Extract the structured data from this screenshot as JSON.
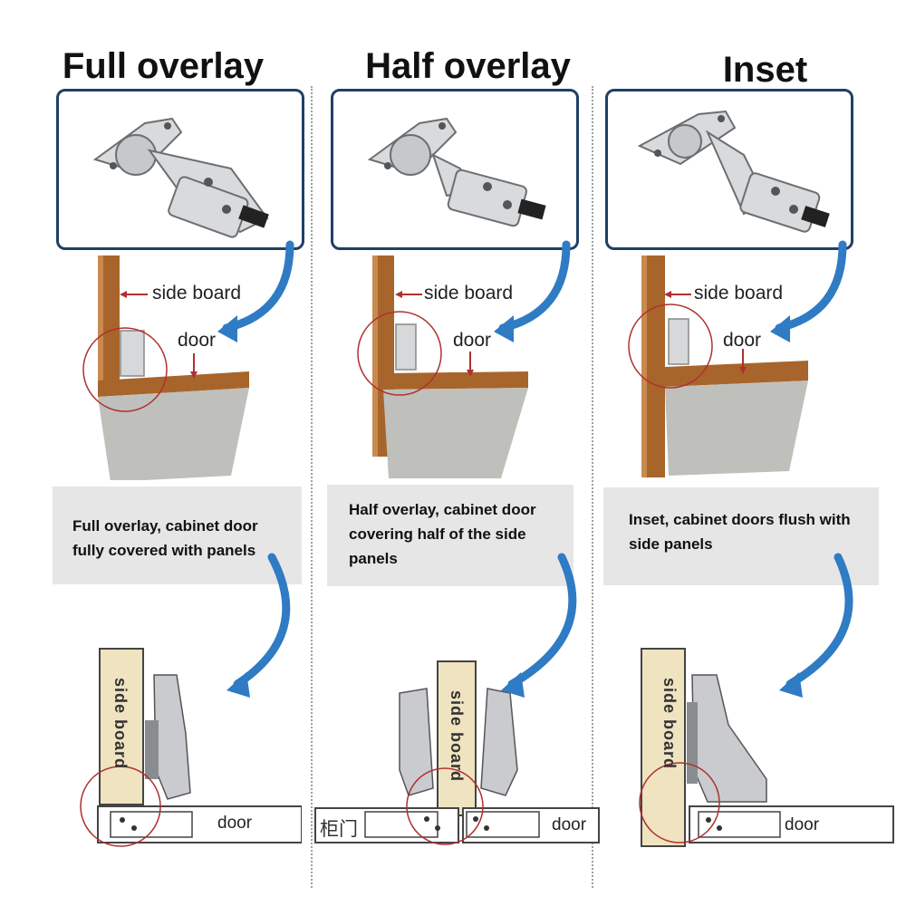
{
  "columns": [
    {
      "title": "Full overlay",
      "side_board_label": "side board",
      "door_label": "door",
      "caption": "Full overlay, cabinet door fully covered with panels",
      "plan_side_label": "side board",
      "plan_door_label": "door"
    },
    {
      "title": "Half overlay",
      "side_board_label": "side board",
      "door_label": "door",
      "caption": "Half overlay, cabinet door covering half of the side panels",
      "plan_side_label": "side board",
      "plan_door_label": "door",
      "plan_cabinet_label": "柜门"
    },
    {
      "title": "Inset",
      "side_board_label": "side board",
      "door_label": "door",
      "caption": "Inset, cabinet doors flush with side panels",
      "plan_side_label": "side board",
      "plan_door_label": "door"
    }
  ],
  "colors": {
    "frame": "#1f3f66",
    "arrow": "#2f7bc4",
    "circle": "#b03030",
    "wood": "#a8652b",
    "door_face": "#bfc0bc",
    "side_board_plan": "#efe3c0",
    "caption_bg": "#e6e6e6"
  },
  "icons": [
    "hinge-photo-icon",
    "curved-arrow-icon",
    "highlight-circle-icon"
  ]
}
